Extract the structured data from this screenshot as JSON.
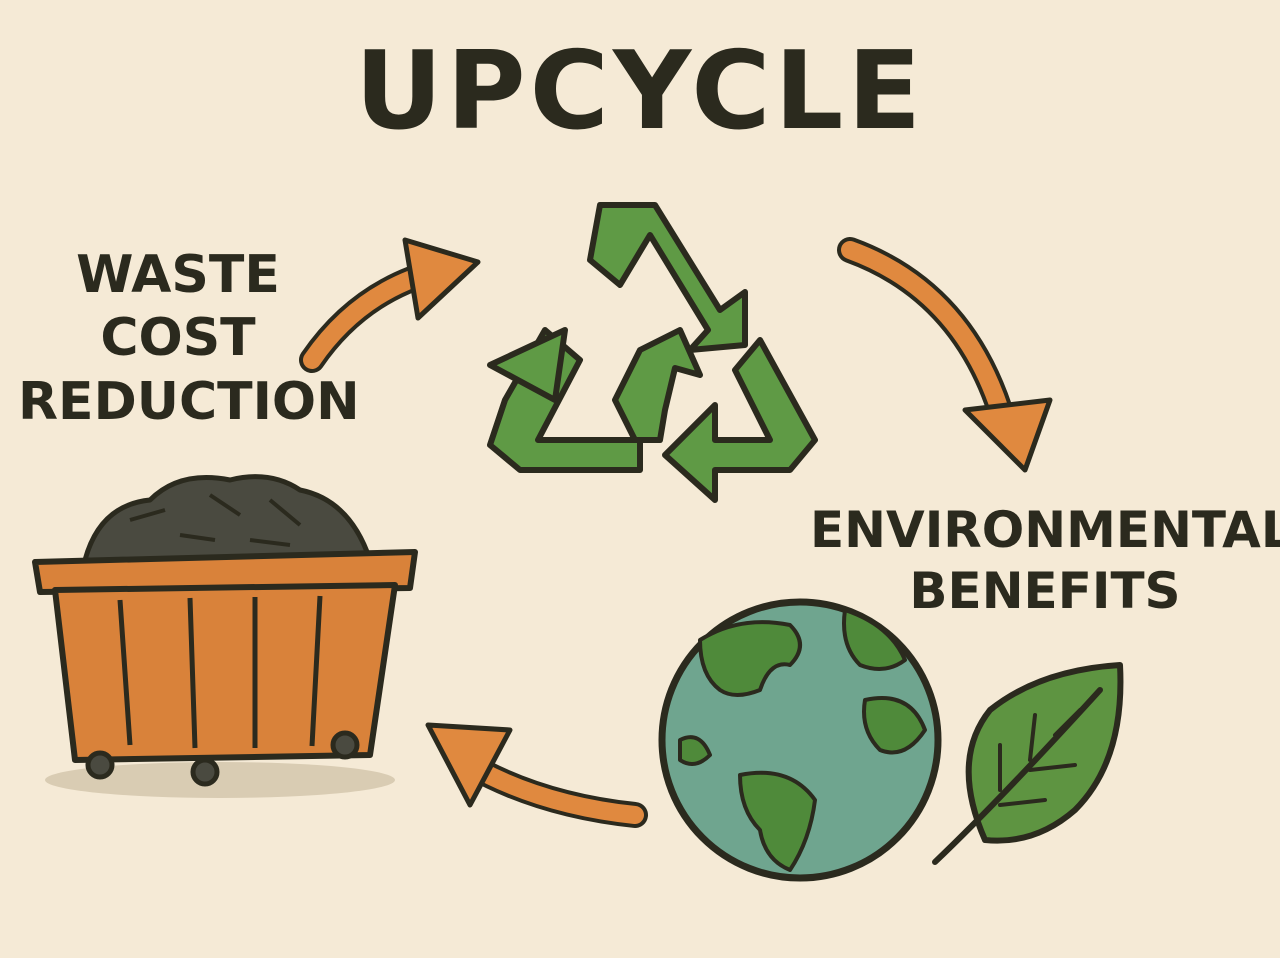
{
  "title": "UPCYCLE",
  "left_label": {
    "line1": "WASTE",
    "line2": "COST",
    "line3": "REDUCTION"
  },
  "right_label": {
    "line1": "ENVIRONMENTAL",
    "line2": "BENEFITS"
  },
  "colors": {
    "background": "#f5ead6",
    "outline": "#2b2a1e",
    "recycle_green": "#5f9a45",
    "arrow_orange": "#e0893f",
    "bin_orange": "#d9823a",
    "earth_blue": "#6fa58f",
    "earth_green": "#4f8a3a",
    "leaf_green": "#5e9441",
    "trash_dark": "#4a4a40"
  },
  "icons": [
    "recycle-icon",
    "dumpster-icon",
    "globe-icon",
    "leaf-icon",
    "cycle-arrow-icon"
  ]
}
